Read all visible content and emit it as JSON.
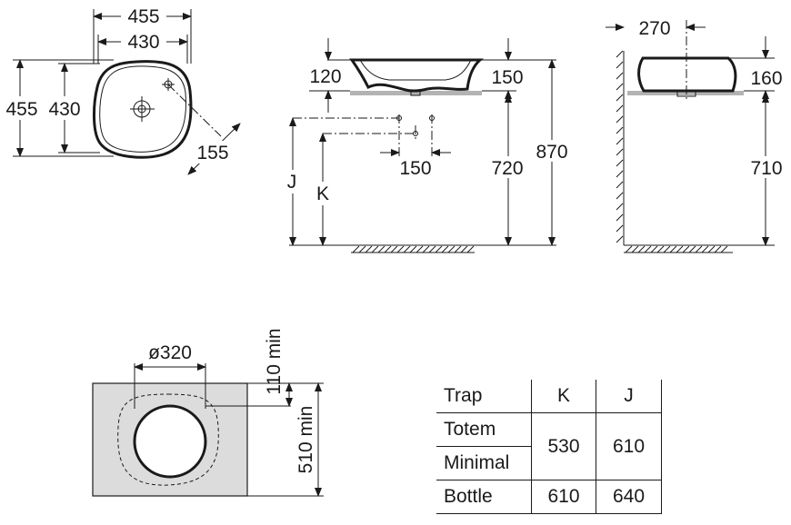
{
  "top_view": {
    "outer_width": "455",
    "inner_width": "430",
    "outer_depth": "455",
    "inner_depth": "430",
    "tap_offset": "155"
  },
  "front_view": {
    "rim_height": "120",
    "body_height": "150",
    "mount_height": "720",
    "total_height": "870",
    "trap_spacing": "150",
    "label_j": "J",
    "label_k": "K"
  },
  "side_view": {
    "depth": "270",
    "height": "160",
    "mount_height": "710"
  },
  "cutout": {
    "diameter": "ø320",
    "back_min": "110 min",
    "depth_min": "510 min"
  },
  "trap_table": {
    "headers": [
      "Trap",
      "K",
      "J"
    ],
    "rows": [
      {
        "name": "Totem",
        "k": "530",
        "j": "610"
      },
      {
        "name": "Minimal"
      },
      {
        "name": "Bottle",
        "k": "610",
        "j": "640"
      }
    ]
  }
}
